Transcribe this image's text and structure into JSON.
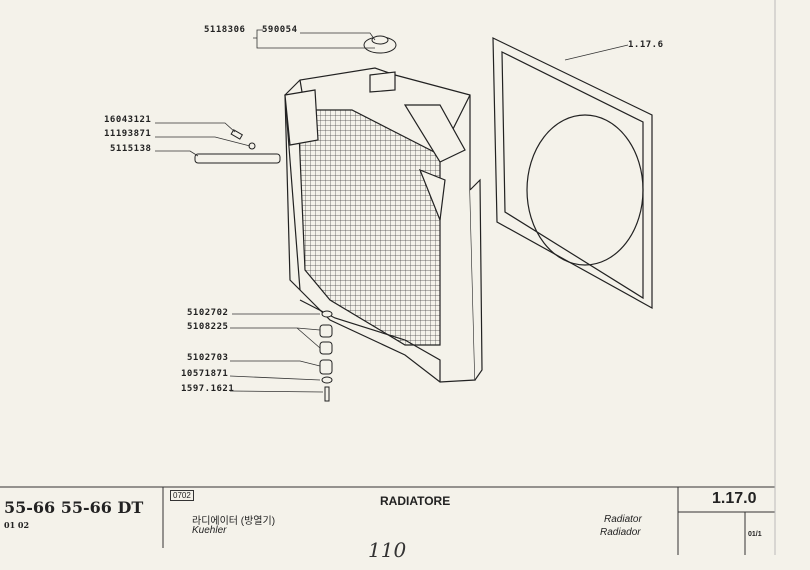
{
  "diagram": {
    "callouts": {
      "cap_group": "5118306",
      "cap": "590054",
      "shroud": "1.17.6",
      "drain_cock": "16043121",
      "drain_washer": "11193871",
      "bracket": "5115138",
      "mount_washer_top": "5102702",
      "mount_bush_a": "5108225",
      "mount_bush_b": "5102703",
      "mount_washer_bottom": "10571871",
      "mount_bolt": "1597.1621"
    }
  },
  "title_block": {
    "model": "55-66  55-66 DT",
    "years": "01 02",
    "code": "0702",
    "title": "RADIATORE",
    "korean": "라디에이터 (방열기)",
    "german": "Kuehler",
    "english": "Radiator",
    "spanish": "Radiador",
    "section": "1.17.0",
    "sheet": "01/1",
    "handwritten_page": "110"
  }
}
